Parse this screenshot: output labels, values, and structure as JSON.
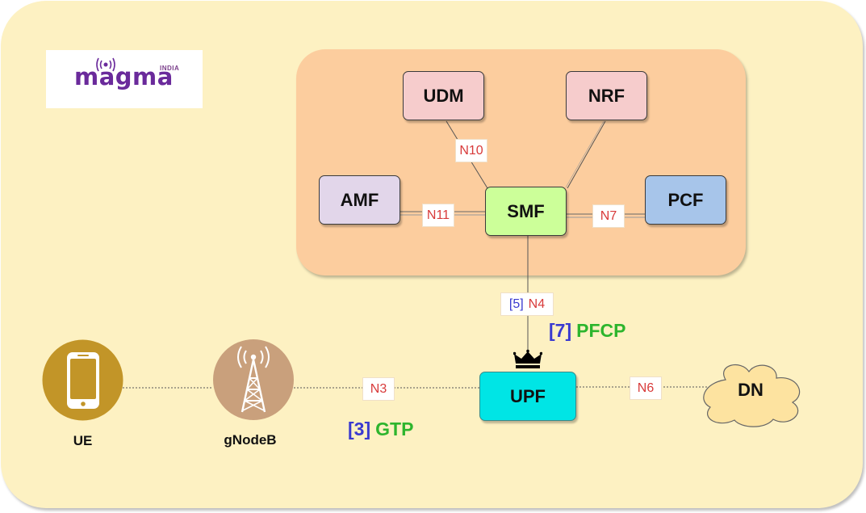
{
  "logo": {
    "text": "magma",
    "tag": "INDIA"
  },
  "core_functions": {
    "udm": "UDM",
    "nrf": "NRF",
    "amf": "AMF",
    "smf": "SMF",
    "pcf": "PCF"
  },
  "user_plane": {
    "upf": "UPF",
    "dn": "DN"
  },
  "devices": {
    "ue": "UE",
    "gnodeb": "gNodeB"
  },
  "interfaces": {
    "n10": "N10",
    "n11": "N11",
    "n7": "N7",
    "n4": "N4",
    "n4_prefix": "[5]",
    "n3": "N3",
    "n6": "N6"
  },
  "protocols": {
    "pfcp": {
      "num": "[7]",
      "name": "PFCP"
    },
    "gtp": {
      "num": "[3]",
      "name": "GTP"
    }
  },
  "colors": {
    "outer_panel": "#fdf1c2",
    "core_panel": "#fccd9e",
    "udm": "#f6cccc",
    "nrf": "#f6cccc",
    "amf": "#e2d6ea",
    "smf": "#ccff99",
    "pcf": "#a7c5ea",
    "upf": "#00e5e5",
    "dn_cloud": "#fde3a0",
    "ue_circle": "#c29528",
    "gnodeb_circle": "#c9a07c",
    "interface_label": "#d83a3a",
    "protocol_number": "#3a3ad0",
    "protocol_name": "#2db52d"
  }
}
